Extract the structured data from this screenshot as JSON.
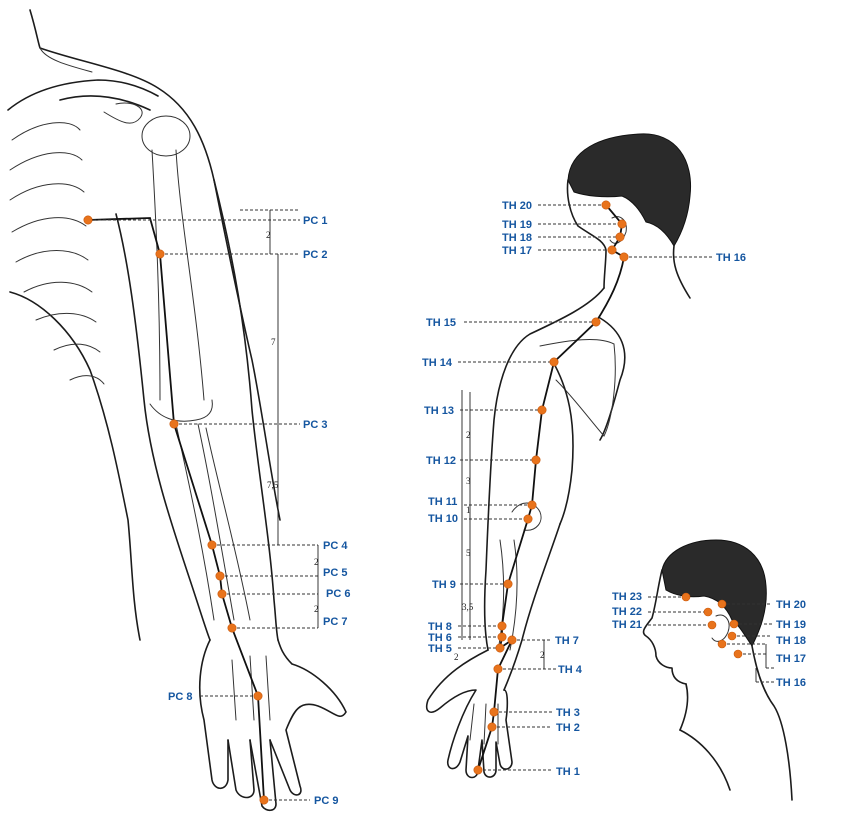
{
  "pc_points": [
    {
      "label": "PC 1"
    },
    {
      "label": "PC 2"
    },
    {
      "label": "PC 3"
    },
    {
      "label": "PC 4"
    },
    {
      "label": "PC 5"
    },
    {
      "label": "PC 6"
    },
    {
      "label": "PC 7"
    },
    {
      "label": "PC 8"
    },
    {
      "label": "PC 9"
    }
  ],
  "pc_measures": [
    "2",
    "7",
    "7,5",
    "2",
    "2"
  ],
  "th_points": [
    {
      "label": "TH 20"
    },
    {
      "label": "TH 19"
    },
    {
      "label": "TH 18"
    },
    {
      "label": "TH 17"
    },
    {
      "label": "TH 16"
    },
    {
      "label": "TH 15"
    },
    {
      "label": "TH 14"
    },
    {
      "label": "TH 13"
    },
    {
      "label": "TH 12"
    },
    {
      "label": "TH 11"
    },
    {
      "label": "TH 10"
    },
    {
      "label": "TH 9"
    },
    {
      "label": "TH 8"
    },
    {
      "label": "TH 6"
    },
    {
      "label": "TH 5"
    },
    {
      "label": "TH 7"
    },
    {
      "label": "TH 4"
    },
    {
      "label": "TH 3"
    },
    {
      "label": "TH 2"
    },
    {
      "label": "TH 1"
    }
  ],
  "th_measures": [
    "2",
    "3",
    "1",
    "5",
    "3,5",
    "2",
    "2"
  ],
  "head_points": [
    {
      "label": "TH 23"
    },
    {
      "label": "TH 22"
    },
    {
      "label": "TH 21"
    },
    {
      "label": "TH 20"
    },
    {
      "label": "TH 19"
    },
    {
      "label": "TH 18"
    },
    {
      "label": "TH 17"
    },
    {
      "label": "TH 16"
    }
  ],
  "colors": {
    "point": "#e8731c",
    "label": "#1556a0",
    "line": "#111111"
  }
}
